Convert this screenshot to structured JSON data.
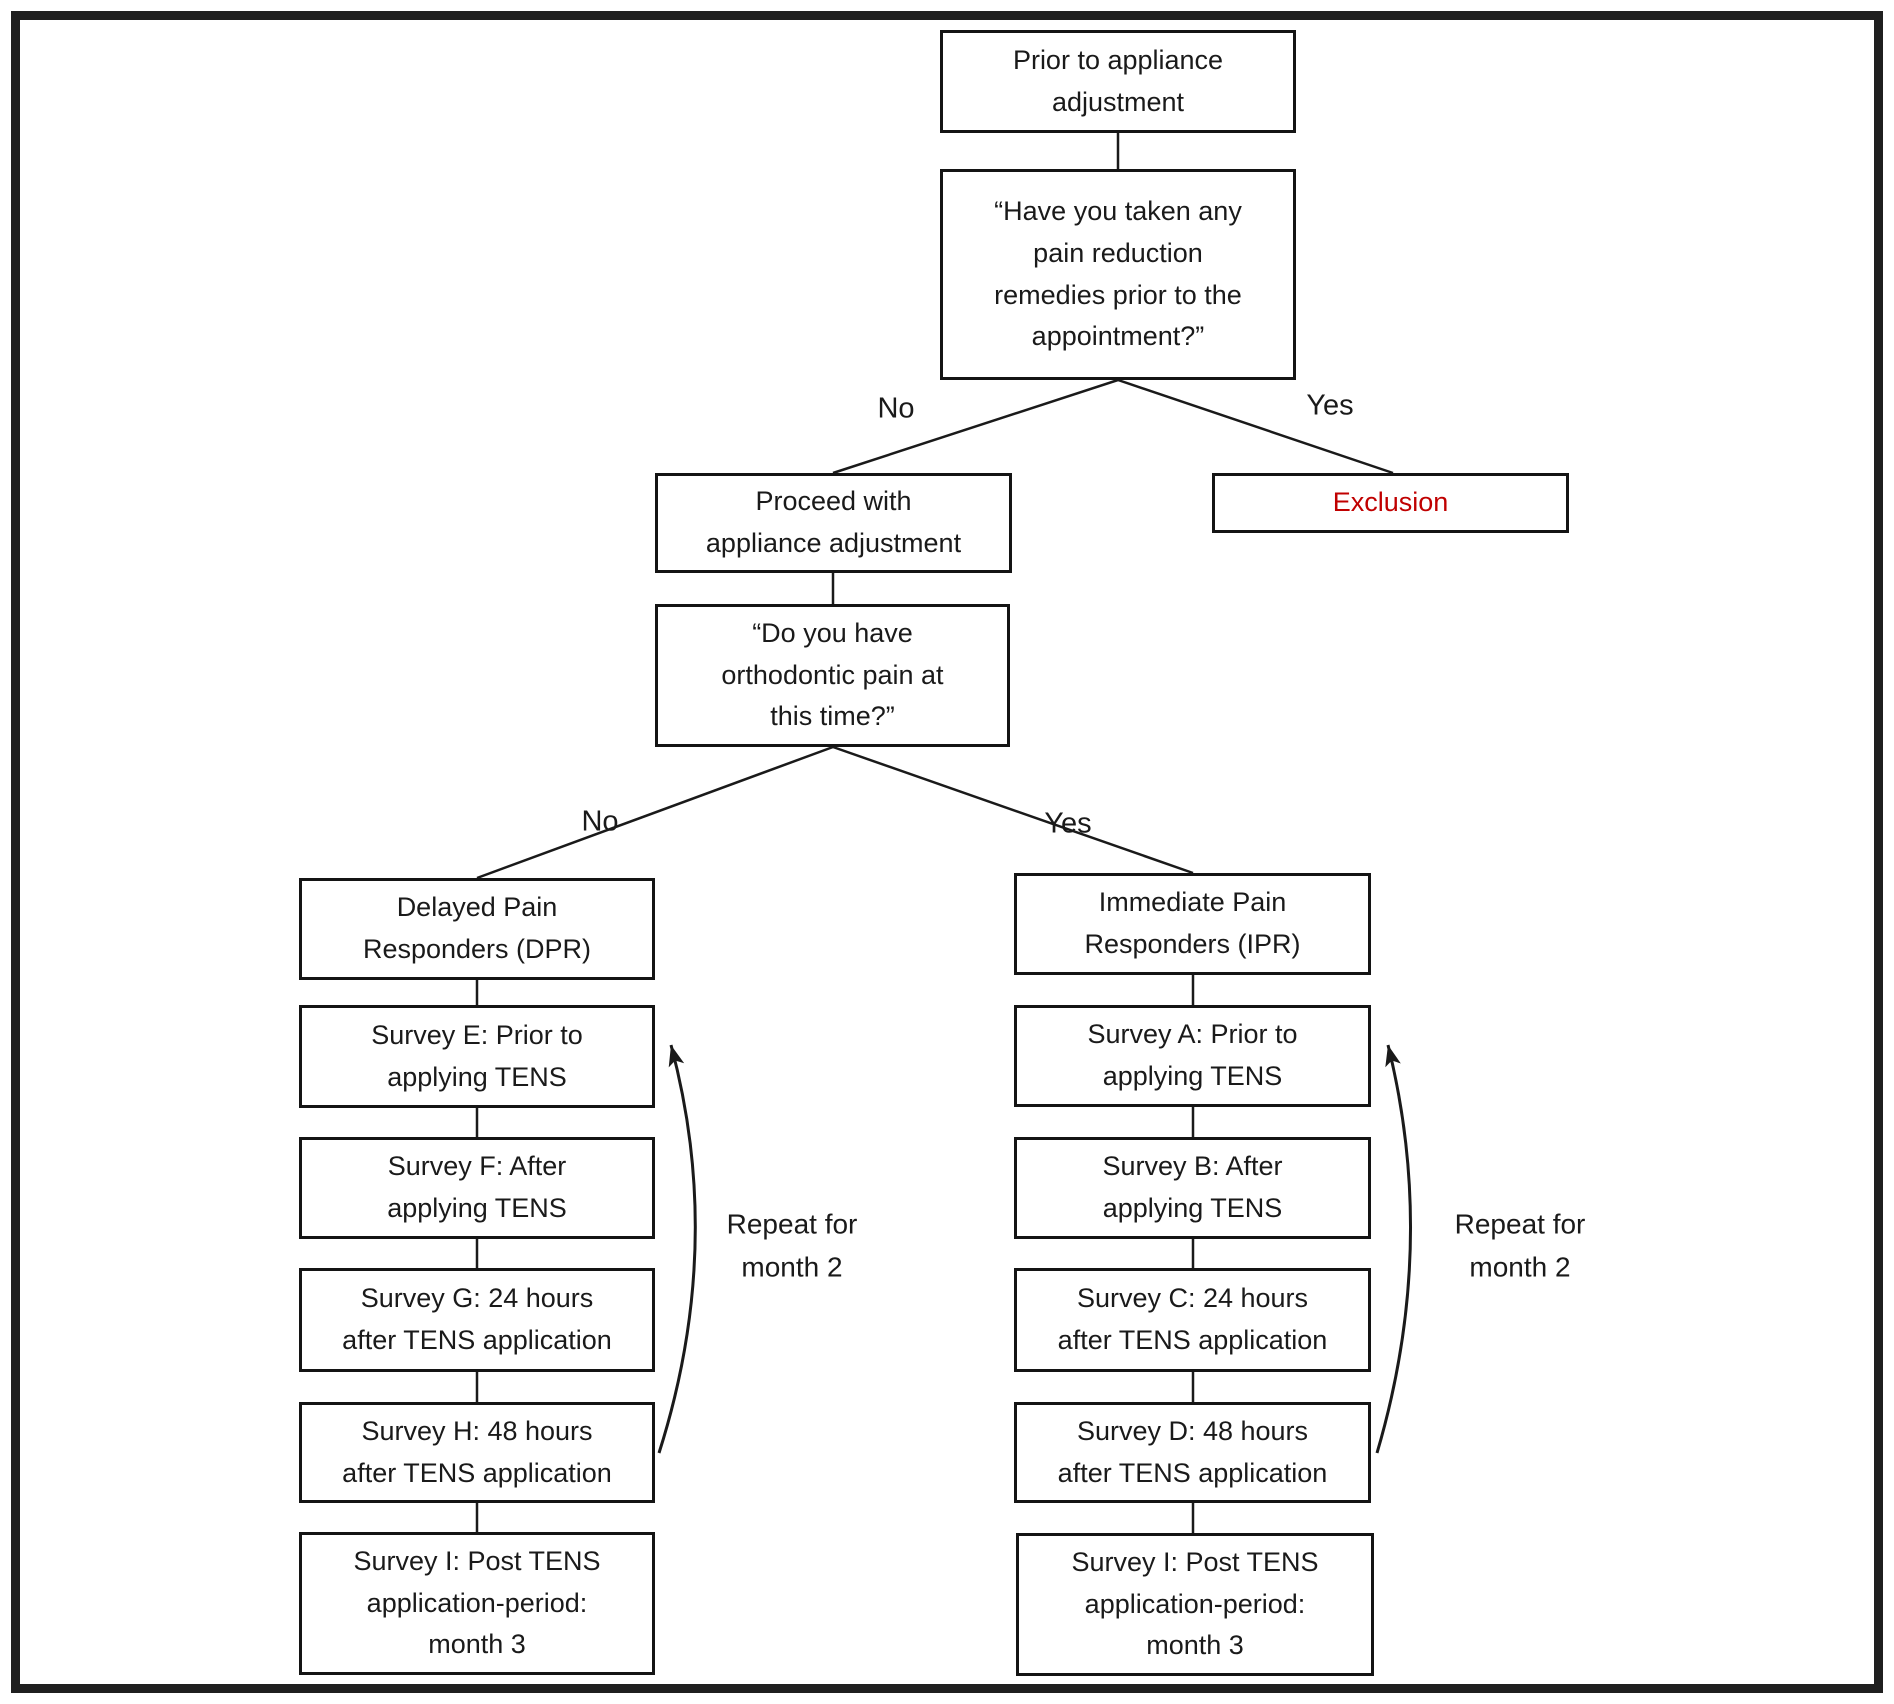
{
  "flowchart": {
    "nodes": {
      "prior": "Prior to appliance\nadjustment",
      "q1": "“Have you taken any\npain reduction\nremedies prior to the\nappointment?”",
      "proceed": "Proceed with\nappliance adjustment",
      "exclusion": "Exclusion",
      "q2": "“Do you have\northodontic pain at\nthis time?”"
    },
    "edges": {
      "q1_no": "No",
      "q1_yes": "Yes",
      "q2_no": "No",
      "q2_yes": "Yes"
    },
    "left_branch": {
      "header": "Delayed Pain\nResponders (DPR)",
      "steps": [
        "Survey E: Prior to\napplying TENS",
        "Survey F: After\napplying TENS",
        "Survey G: 24 hours\nafter TENS application",
        "Survey H: 48 hours\nafter TENS application",
        "Survey I: Post TENS\napplication-period:\nmonth 3"
      ],
      "repeat_label": "Repeat for\nmonth 2"
    },
    "right_branch": {
      "header": "Immediate Pain\nResponders (IPR)",
      "steps": [
        "Survey A: Prior to\napplying TENS",
        "Survey B: After\napplying TENS",
        "Survey C: 24 hours\nafter TENS application",
        "Survey D: 48 hours\nafter TENS application",
        "Survey I: Post TENS\napplication-period:\nmonth 3"
      ],
      "repeat_label": "Repeat for\nmonth 2"
    },
    "colors": {
      "exclusion_text": "#c00000",
      "line": "#1a1a1a"
    }
  }
}
